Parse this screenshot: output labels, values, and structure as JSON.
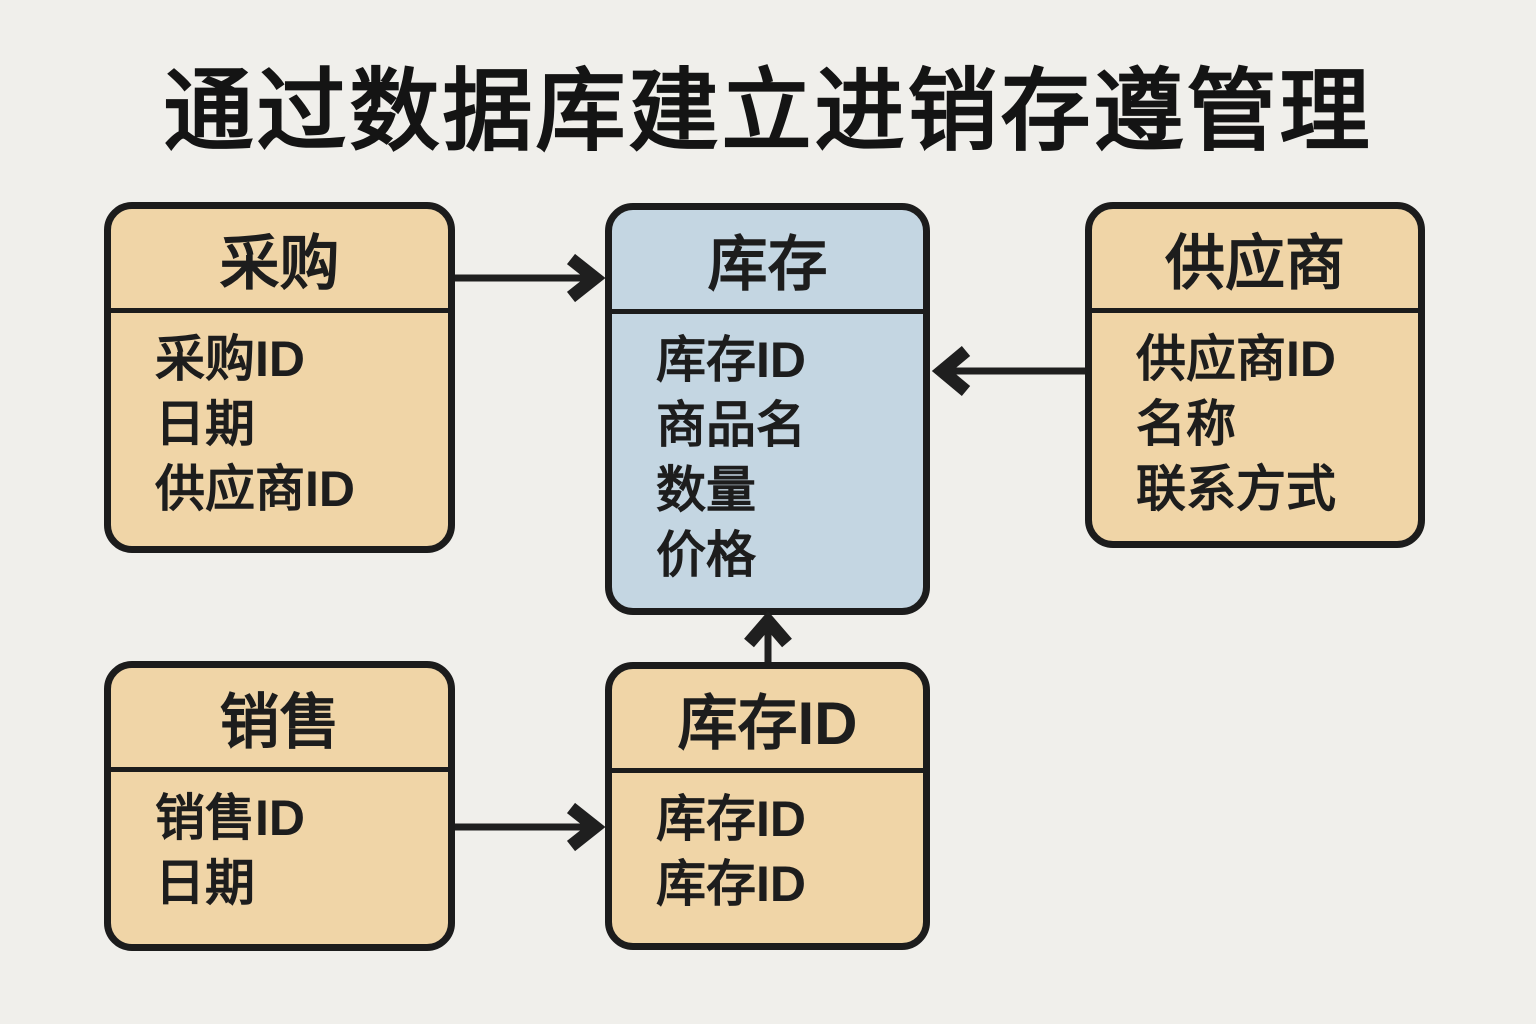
{
  "title": "通过数据库建立进销存遵管理",
  "colors": {
    "background": "#f0efeb",
    "entity_tan": "#f0d5a7",
    "entity_blue": "#c4d6e2",
    "line_black": "#1c1c1c"
  },
  "entities": [
    {
      "id": "purchase",
      "title": "采购",
      "fields": [
        "采购ID",
        "日期",
        "供应商ID"
      ]
    },
    {
      "id": "inventory",
      "title": "库存",
      "fields": [
        "库存ID",
        "商品名",
        "数量",
        "价格"
      ]
    },
    {
      "id": "supplier",
      "title": "供应商",
      "fields": [
        "供应商ID",
        "名称",
        "联系方式"
      ]
    },
    {
      "id": "sales",
      "title": "销售",
      "fields": [
        "销售ID",
        "日期"
      ]
    },
    {
      "id": "inventory-id",
      "title": "库存ID",
      "fields": [
        "库存ID",
        "库存ID"
      ]
    }
  ],
  "arrows": [
    {
      "from": "采购",
      "to": "库存",
      "direction": "right"
    },
    {
      "from": "供应商",
      "to": "库存",
      "direction": "left"
    },
    {
      "from": "库存ID",
      "to": "库存",
      "direction": "up"
    },
    {
      "from": "销售",
      "to": "库存ID",
      "direction": "right"
    }
  ]
}
